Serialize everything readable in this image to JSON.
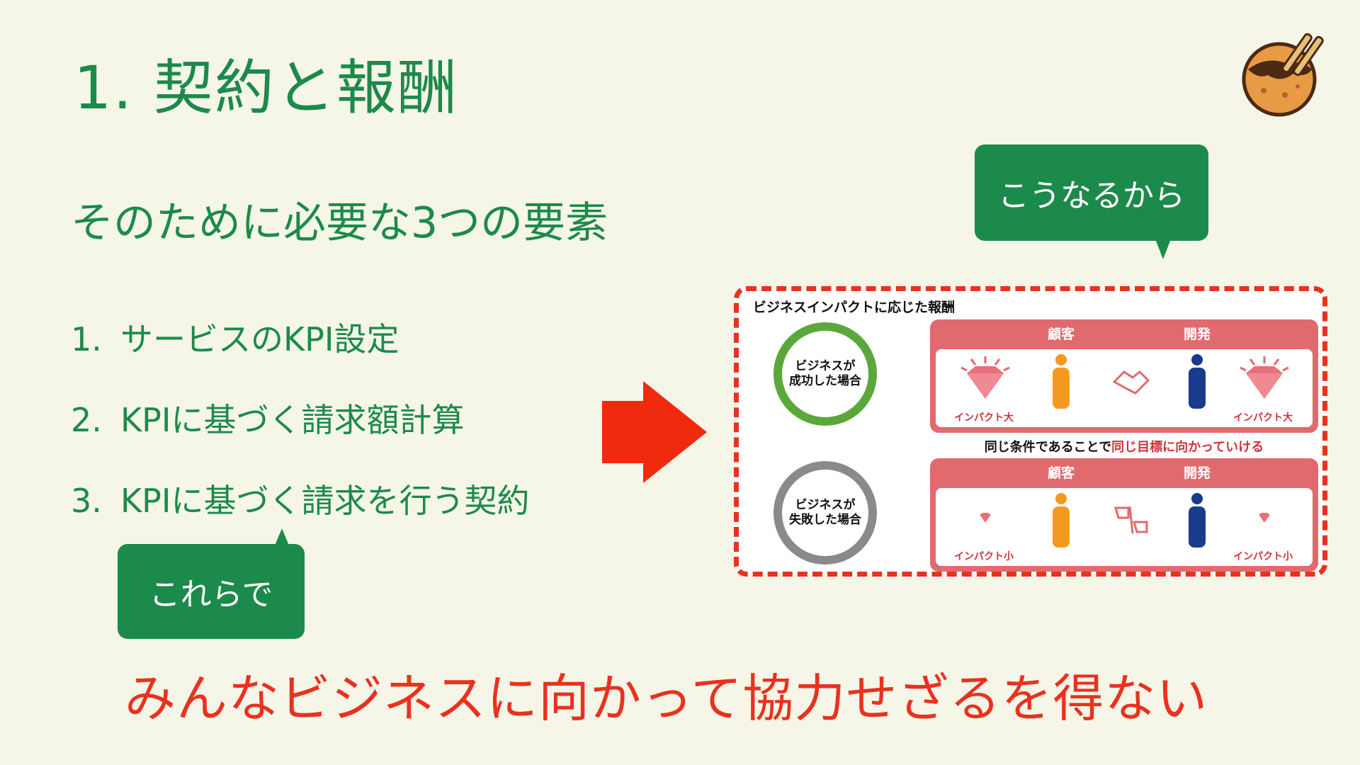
{
  "title": "1. 契約と報酬",
  "subtitle": "そのために必要な3つの要素",
  "list": [
    {
      "num": "1.",
      "text": "サービスのKPI設定"
    },
    {
      "num": "2.",
      "text": "KPIに基づく請求額計算"
    },
    {
      "num": "3.",
      "text": "KPIに基づく請求を行う契約"
    }
  ],
  "callouts": {
    "top": "こうなるから",
    "bottom": "これらで"
  },
  "conclusion": "みんなビジネスに向かって協力せざるを得ない",
  "embedded_slide": {
    "title": "ビジネスインパクトに応じた報酬",
    "success_circle": "ビジネスが\n成功した場合",
    "fail_circle": "ビジネスが\n失敗した場合",
    "customer": "顧客",
    "developer": "開発",
    "impact_large": "インパクト大",
    "impact_small": "インパクト小",
    "middle_text_prefix": "同じ条件であることで",
    "middle_text_highlight": "同じ目標に向かっていける"
  },
  "colors": {
    "background": "#f5f5e8",
    "green": "#1c8a4a",
    "red": "#e8321e",
    "panel": "#e06a6e",
    "customer_figure": "#f39a1e",
    "developer_figure": "#1a3a8c"
  },
  "icons": [
    "arrow-right-icon",
    "takoyaki-mascot-icon",
    "diamond-icon",
    "person-icon",
    "handshake-icon",
    "handshake-broken-icon"
  ]
}
